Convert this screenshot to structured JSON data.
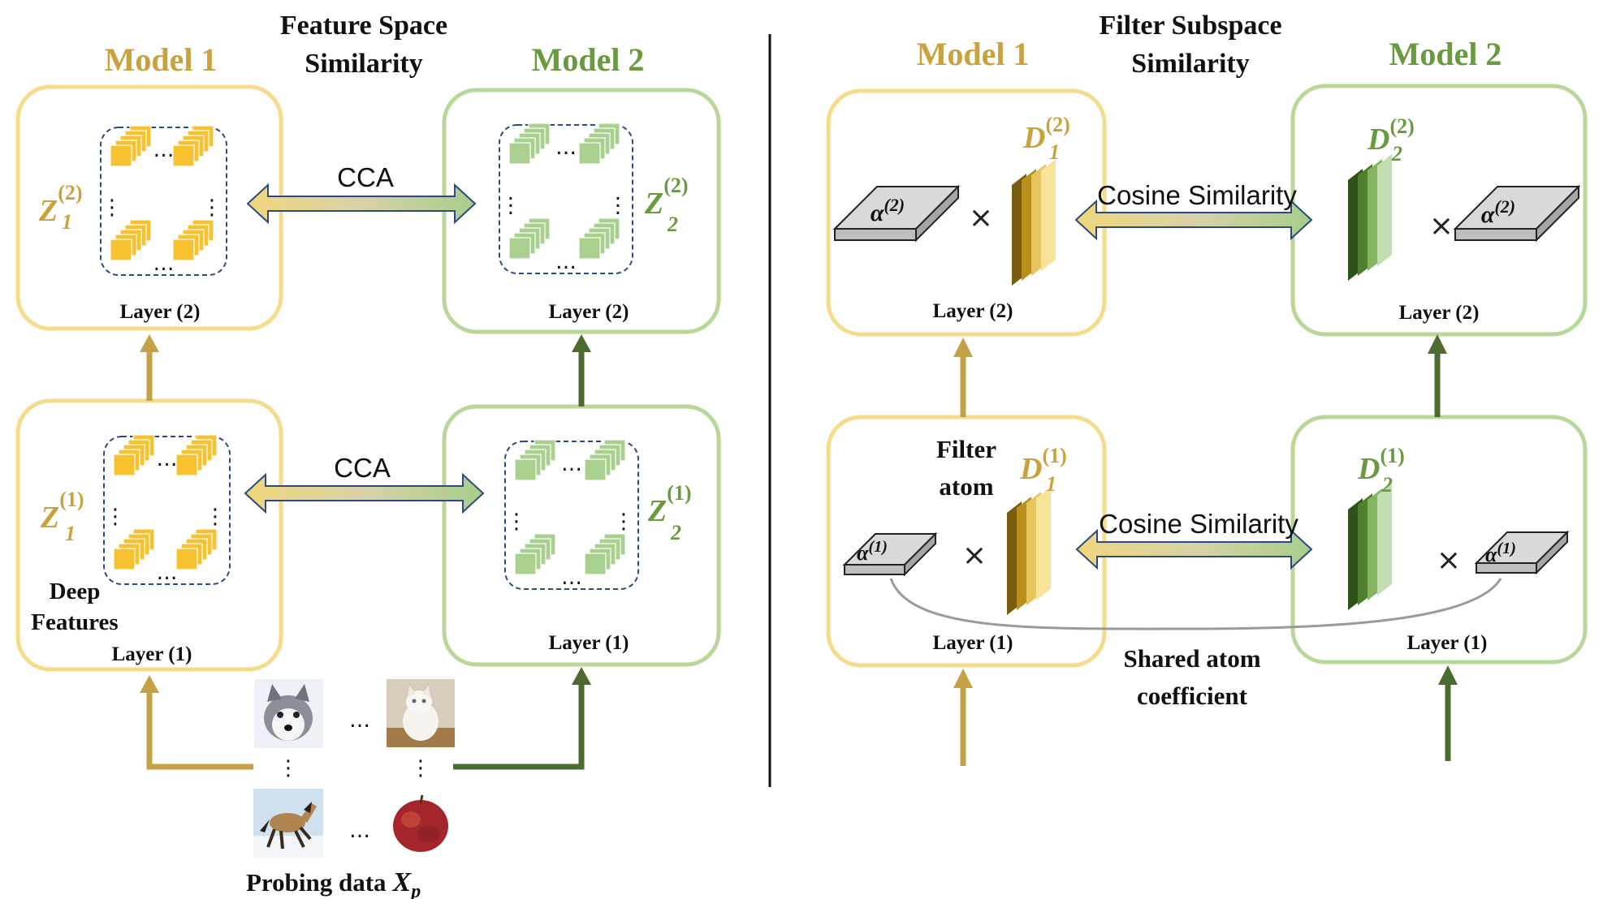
{
  "left_panel": {
    "title_line1": "Feature Space",
    "title_line2": "Similarity",
    "model1_label": "Model 1",
    "model2_label": "Model 2",
    "edge_top": "CCA",
    "edge_bottom": "CCA",
    "boxes": {
      "m1_top": {
        "var": "Z",
        "sub": "1",
        "sup": "(2)",
        "layer": "Layer (2)"
      },
      "m2_top": {
        "var": "Z",
        "sub": "2",
        "sup": "(2)",
        "layer": "Layer (2)"
      },
      "m1_bottom": {
        "var": "Z",
        "sub": "1",
        "sup": "(1)",
        "layer": "Layer (1)",
        "extra_line1": "Deep",
        "extra_line2": "Features"
      },
      "m2_bottom": {
        "var": "Z",
        "sub": "2",
        "sup": "(1)",
        "layer": "Layer (1)"
      }
    },
    "probing_label": "Probing data",
    "probing_var": "X",
    "probing_sub": "p",
    "probe_images": [
      "husky-puppy",
      "white-kitten",
      "horse",
      "red-apple"
    ]
  },
  "right_panel": {
    "title_line1": "Filter Subspace",
    "title_line2": "Similarity",
    "model1_label": "Model 1",
    "model2_label": "Model 2",
    "edge_top": "Cosine Similarity",
    "edge_bottom": "Cosine Similarity",
    "boxes": {
      "m1_top": {
        "var": "D",
        "sub": "1",
        "sup": "(2)",
        "alpha_sup": "(2)",
        "layer": "Layer (2)"
      },
      "m2_top": {
        "var": "D",
        "sub": "2",
        "sup": "(2)",
        "alpha_sup": "(2)",
        "layer": "Layer (2)"
      },
      "m1_bottom": {
        "var": "D",
        "sub": "1",
        "sup": "(1)",
        "alpha_sup": "(1)",
        "layer": "Layer (1)",
        "extra_line1": "Filter",
        "extra_line2": "atom"
      },
      "m2_bottom": {
        "var": "D",
        "sub": "2",
        "sup": "(1)",
        "alpha_sup": "(1)",
        "layer": "Layer (1)"
      }
    },
    "alpha_symbol": "α",
    "times_symbol": "×",
    "shared_line1": "Shared atom",
    "shared_line2": "coefficient"
  },
  "dots_h": "…",
  "dots_v": "⋮",
  "colors": {
    "model1": "#c9a23c",
    "model2": "#6a9a3f",
    "box1_border": "#f6dc8a",
    "box2_border": "#b9d79a",
    "arrow1": "#c4a047",
    "arrow2": "#4b6b2f",
    "dashed": "#2c4a80"
  }
}
